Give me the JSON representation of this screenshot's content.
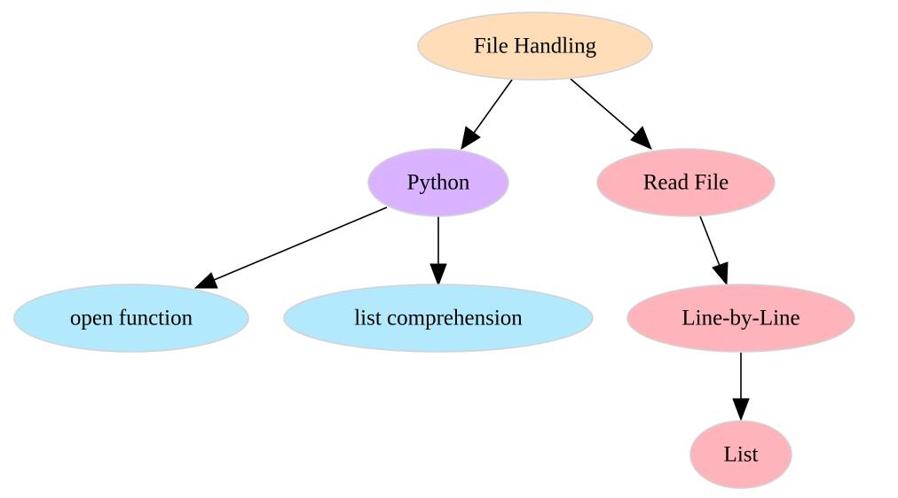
{
  "diagram": {
    "nodes": {
      "file_handling": {
        "label": "File Handling",
        "color": "#FFDDB8"
      },
      "python": {
        "label": "Python",
        "color": "#D9B3FF"
      },
      "read_file": {
        "label": "Read File",
        "color": "#FFB3BA"
      },
      "open_function": {
        "label": "open function",
        "color": "#B3E9FC"
      },
      "list_comprehension": {
        "label": "list comprehension",
        "color": "#B3E9FC"
      },
      "line_by_line": {
        "label": "Line-by-Line",
        "color": "#FFB3BA"
      },
      "list": {
        "label": "List",
        "color": "#FFB3BA"
      }
    },
    "edges": [
      {
        "from": "file_handling",
        "to": "python"
      },
      {
        "from": "file_handling",
        "to": "read_file"
      },
      {
        "from": "python",
        "to": "open_function"
      },
      {
        "from": "python",
        "to": "list_comprehension"
      },
      {
        "from": "read_file",
        "to": "line_by_line"
      },
      {
        "from": "line_by_line",
        "to": "list"
      }
    ]
  }
}
